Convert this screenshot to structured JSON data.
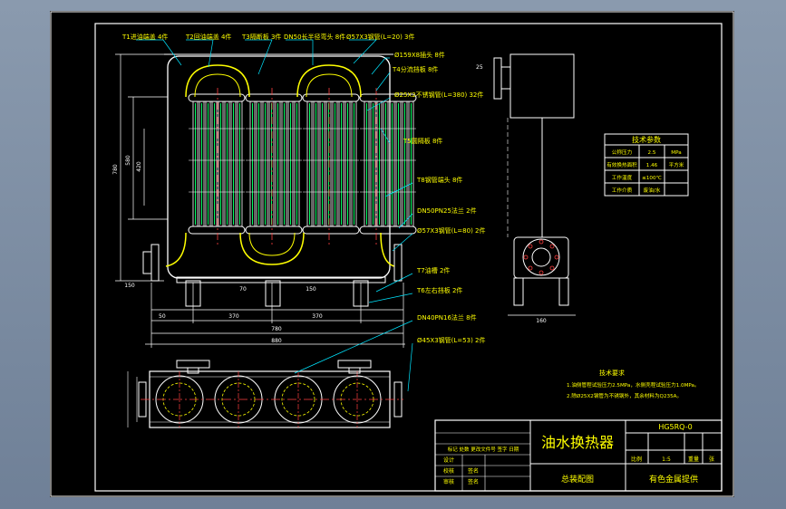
{
  "drawing": {
    "callouts_top": [
      "T1进油端盖 4件",
      "T2回油端盖 4件",
      "T3隔断板 3件",
      "DN50长半径弯头 8件",
      "Ø57X3钢管(L=20) 3件"
    ],
    "callouts_right": [
      "Ø159X8插头 8件",
      "T4分流挡板 8件",
      "Ø25X2不锈钢管(L=380) 32件",
      "T5圆隔板 8件",
      "T8钢管端头 8件",
      "DN50PN25法兰 2件",
      "Ø57X3钢管(L=80) 2件",
      "T7油槽 2件",
      "T6左右挡板 2件",
      "DN40PN16法兰 8件",
      "Ø45X3钢管(L=53) 2件"
    ],
    "dimensions": {
      "overall_height": "780",
      "core_height": "580",
      "mid_spacing": "420",
      "bottom_spacing": "150",
      "left_offset": "50",
      "span_left": "370",
      "span_right": "370",
      "width_inner": "780",
      "width_outer": "880",
      "side_width": "160",
      "top_offset": "25",
      "small_a": "70",
      "small_b": "150"
    },
    "tech_spec": {
      "title": "技术参数",
      "rows": [
        [
          "公称压力",
          "2.5",
          "MPa"
        ],
        [
          "有效换热面积",
          "1.46",
          "平方米"
        ],
        [
          "工作温度",
          "≤100℃",
          ""
        ],
        [
          "工作介质",
          "废油/水",
          ""
        ]
      ]
    },
    "tech_requirements": {
      "title": "技术要求",
      "items": [
        "1.油侧管程试验压力2.5MPa，水侧壳程试验压力1.0MPa。",
        "2.除Ø25X2钢管为不锈钢外，其余材料为Q235A。"
      ]
    },
    "title_block": {
      "drawing_title": "油水换热器",
      "drawing_no": "HG5RQ-0",
      "view_name": "总装配图",
      "company": "有色金属提供",
      "scale_label": "比例",
      "scale": "1:5",
      "weight_label": "重量",
      "sheet_label": "张",
      "row_labels": [
        "标记 处数 更改文件号 签字 日期",
        "设计",
        "校核",
        "审核"
      ],
      "row_values": [
        "",
        "",
        "签名",
        "签名"
      ]
    }
  }
}
